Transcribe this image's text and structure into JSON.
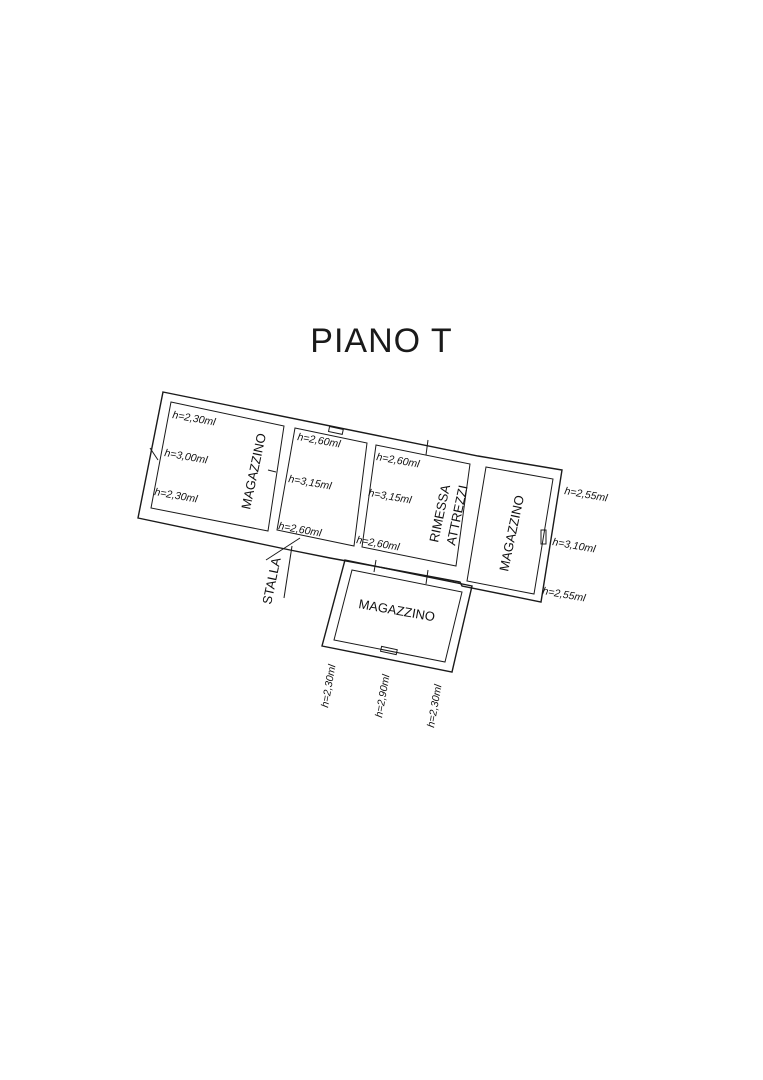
{
  "title": "PIANO T",
  "rooms": {
    "magazzino_left": "MAGAZZINO",
    "stalla": "STALLA",
    "rimessa_line1": "RIMESSA",
    "rimessa_line2": "ATTREZZI",
    "magazzino_right": "MAGAZZINO",
    "magazzino_bottom": "MAGAZZINO"
  },
  "heights": {
    "left_top": "h=2,30ml",
    "left_mid": "h=3,00ml",
    "left_bottom": "h=2,30ml",
    "stalla_top": "h=2,60ml",
    "stalla_mid": "h=3,15ml",
    "stalla_bottom": "h=2,60ml",
    "rimessa_top": "h=2,60ml",
    "rimessa_mid": "h=3,15ml",
    "rimessa_bottom": "h=2,60ml",
    "right_top": "h=2,55ml",
    "right_mid": "h=3,10ml",
    "right_bottom": "h=2,55ml",
    "bottom_1": "h=2,30ml",
    "bottom_2": "h=2,90ml",
    "bottom_3": "h=2,30ml"
  }
}
